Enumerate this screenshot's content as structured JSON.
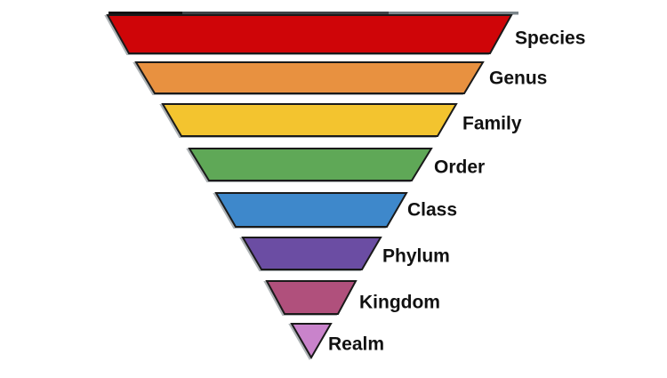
{
  "diagram": {
    "type": "inverted_taxonomy_pyramid",
    "background": "#ffffff",
    "outline_color": "#1a1a1a",
    "label_color": "#111111",
    "shadow_color": "rgba(105,115,120,0.55)",
    "top_edge_segments": [
      {
        "name": "black-segment",
        "color": "#111111"
      },
      {
        "name": "dark-gray-segment",
        "color": "#3d4245"
      },
      {
        "name": "light-gray-segment",
        "color": "#7b858a"
      }
    ],
    "levels": [
      {
        "label": "Species",
        "color": "#CF0508"
      },
      {
        "label": "Genus",
        "color": "#E89140"
      },
      {
        "label": "Family",
        "color": "#F3C42F"
      },
      {
        "label": "Order",
        "color": "#5FA857"
      },
      {
        "label": "Class",
        "color": "#3E88CB"
      },
      {
        "label": "Phylum",
        "color": "#6B4DA3"
      },
      {
        "label": "Kingdom",
        "color": "#B0507C"
      },
      {
        "label": "Realm",
        "color": "#C983CB"
      }
    ]
  }
}
